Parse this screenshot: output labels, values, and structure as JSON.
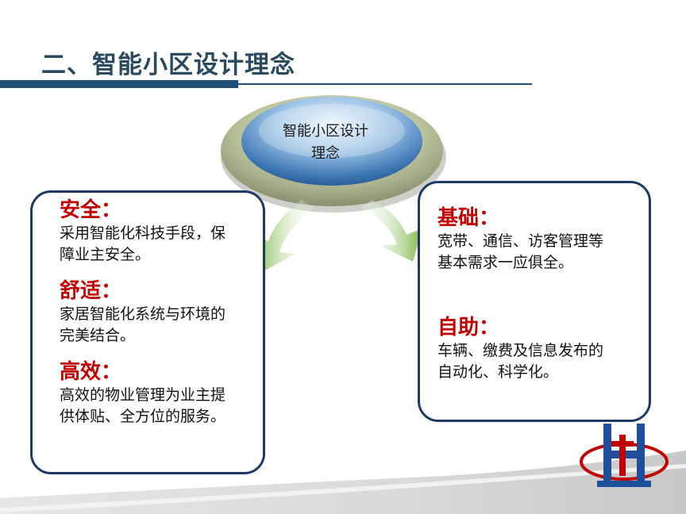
{
  "title": "二、智能小区设计理念",
  "hub": {
    "line1": "智能小区设计",
    "line2": "理念"
  },
  "left_card": {
    "sections": [
      {
        "heading": "安全：",
        "line1": "采用智能化科技手段，保",
        "line2": "障业主安全。"
      },
      {
        "heading": "舒适：",
        "line1": "家居智能化系统与环境的",
        "line2": "完美结合。"
      },
      {
        "heading": "高效：",
        "line1": "高效的物业管理为业主提",
        "line2": "供体贴、全方位的服务。"
      }
    ]
  },
  "right_card": {
    "sections": [
      {
        "heading": "基础：",
        "line1": "宽带、通信、访客管理等",
        "line2": "基本需求一应俱全。"
      },
      {
        "heading": "自助：",
        "line1": "车辆、缴费及信息发布的",
        "line2": "自动化、科学化。"
      }
    ]
  },
  "colors": {
    "heading_red": "#c00000",
    "navy": "#1f3864",
    "title": "#2b4a5e"
  },
  "icons": [
    "left-arrow-icon",
    "right-arrow-icon",
    "company-logo"
  ]
}
